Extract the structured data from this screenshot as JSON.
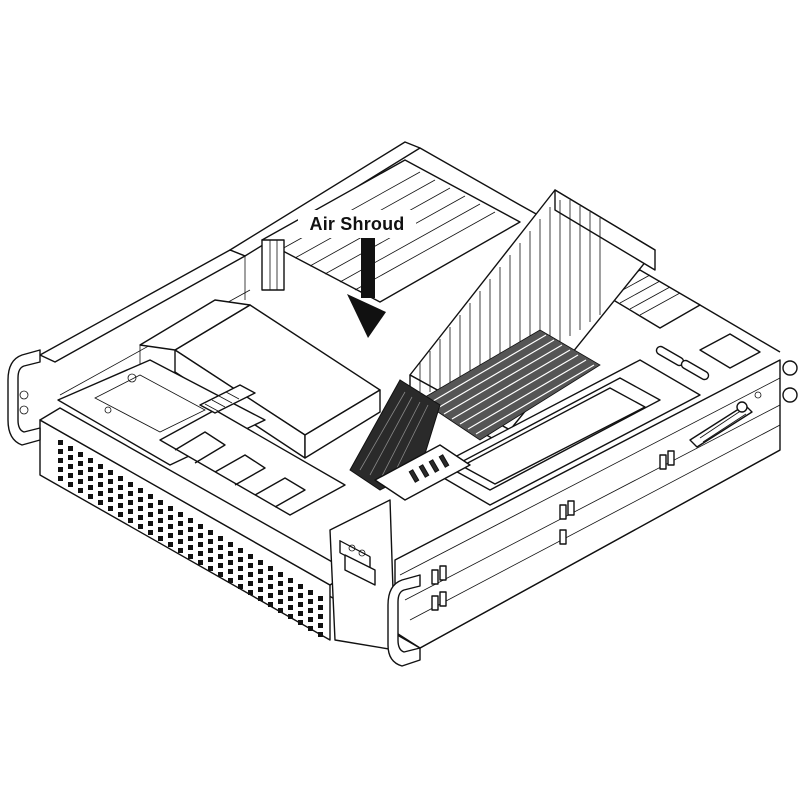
{
  "figure": {
    "subject": "server-chassis-isometric",
    "callout": {
      "label": "Air Shroud",
      "arrow_direction": "down",
      "target": "air-shroud"
    },
    "components": [
      {
        "id": "chassis",
        "label": ""
      },
      {
        "id": "air-shroud",
        "label": "Air Shroud"
      },
      {
        "id": "memory-dimm-slots",
        "label": ""
      },
      {
        "id": "cpu-heatsink",
        "label": ""
      },
      {
        "id": "system-fans",
        "label": ""
      },
      {
        "id": "front-vent-grille",
        "label": ""
      },
      {
        "id": "front-control-panel",
        "label": ""
      },
      {
        "id": "rack-handle-left",
        "label": ""
      },
      {
        "id": "rack-handle-right",
        "label": ""
      },
      {
        "id": "slide-rail",
        "label": ""
      },
      {
        "id": "expansion-slots",
        "label": ""
      },
      {
        "id": "power-supply-bay",
        "label": ""
      }
    ],
    "colors": {
      "line": "#111111",
      "background": "#ffffff",
      "shade": "#2a2a2a"
    }
  }
}
